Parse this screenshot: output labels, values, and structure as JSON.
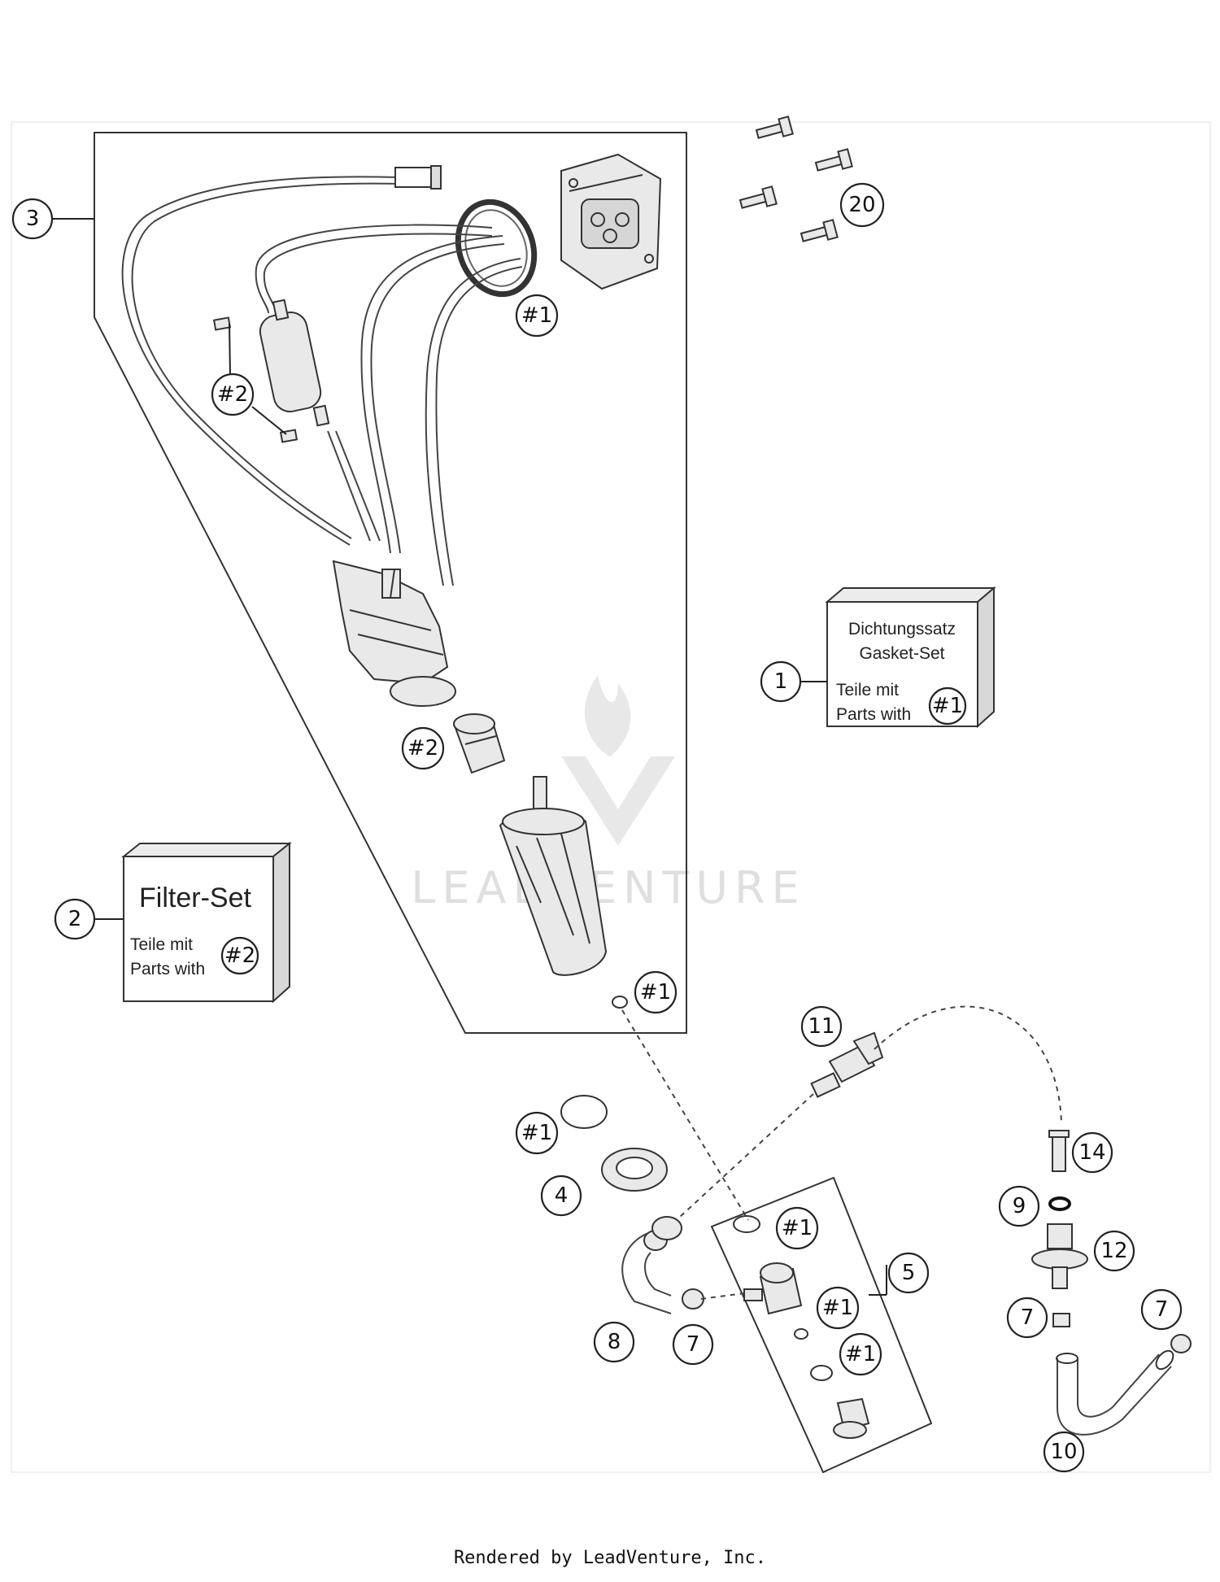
{
  "callouts": [
    {
      "label": "1"
    },
    {
      "label": "2"
    },
    {
      "label": "3"
    },
    {
      "label": "4"
    },
    {
      "label": "5"
    },
    {
      "label": "7"
    },
    {
      "label": "7"
    },
    {
      "label": "7"
    },
    {
      "label": "8"
    },
    {
      "label": "9"
    },
    {
      "label": "10"
    },
    {
      "label": "11"
    },
    {
      "label": "12"
    },
    {
      "label": "14"
    },
    {
      "label": "20"
    },
    {
      "label": "#1"
    },
    {
      "label": "#1"
    },
    {
      "label": "#1"
    },
    {
      "label": "#1"
    },
    {
      "label": "#1"
    },
    {
      "label": "#1"
    },
    {
      "label": "#1"
    },
    {
      "label": "#2"
    },
    {
      "label": "#2"
    },
    {
      "label": "#2"
    }
  ],
  "kit_gasket": {
    "line1": "Dichtungssatz",
    "line2": "Gasket-Set",
    "line3": "Teile mit",
    "line4": "Parts with",
    "ref": "#1"
  },
  "kit_filter": {
    "title": "Filter-Set",
    "line1": "Teile mit",
    "line2": "Parts with",
    "ref": "#2"
  },
  "watermark": "LEADVENTURE",
  "footer": "Rendered by LeadVenture, Inc."
}
